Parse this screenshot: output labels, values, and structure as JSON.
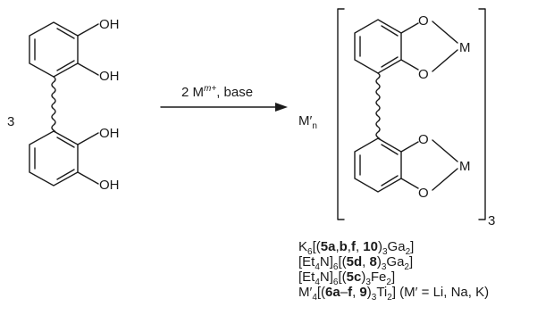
{
  "reactant": {
    "stoich": "3",
    "oh_label": "OH"
  },
  "arrow": {
    "reagent_prefix": "2 M",
    "reagent_charge": "m+",
    "reagent_suffix": ", base"
  },
  "product": {
    "counter_cation": "M′",
    "counter_sub": "n",
    "oxygen_label": "O",
    "metal_label": "M",
    "bracket_sub": "3"
  },
  "compounds": {
    "line1": {
      "a": "K",
      "a_sub": "6",
      "b": "[(",
      "c": "5a",
      "d": ",",
      "e": "b",
      "f": ",",
      "g": "f",
      "h": ", ",
      "i": "10",
      "j": ")",
      "j_sub": "3",
      "k": "Ga",
      "k_sub": "2",
      "l": "]"
    },
    "line2": {
      "a": "[Et",
      "a_sub": "4",
      "b": "N]",
      "b_sub": "6",
      "c": "[(",
      "d": "5d",
      "e": ", ",
      "f": "8",
      "g": ")",
      "g_sub": "3",
      "h": "Ga",
      "h_sub": "2",
      "i": "]"
    },
    "line3": {
      "a": "[Et",
      "a_sub": "4",
      "b": "N]",
      "b_sub": "6",
      "c": "[(",
      "d": "5c",
      "e": ")",
      "e_sub": "3",
      "f": "Fe",
      "f_sub": "2",
      "g": "]"
    },
    "line4": {
      "a": "M′",
      "a_sub": "4",
      "b": "[(",
      "c": "6a",
      "d": "–",
      "e": "f",
      "f": ", ",
      "g": "9",
      "h": ")",
      "h_sub": "3",
      "i": "Ti",
      "i_sub": "2",
      "j": "] (M′ = Li, Na, K)"
    }
  }
}
